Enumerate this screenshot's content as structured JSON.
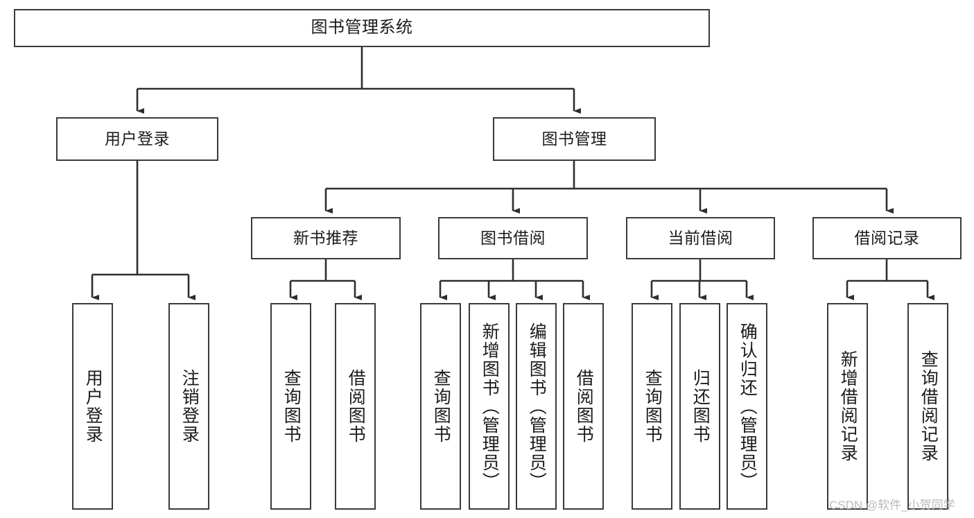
{
  "diagram": {
    "type": "tree",
    "title": "图书管理系统",
    "stroke_color": "#3a3a3a",
    "fill_color": "#ffffff",
    "text_color": "#1b1b1b",
    "nodes": {
      "root": {
        "label": "图书管理系统"
      },
      "level2": [
        {
          "id": "user-login",
          "label": "用户登录"
        },
        {
          "id": "book-manage",
          "label": "图书管理"
        }
      ],
      "level3": [
        {
          "id": "new-book-recommend",
          "label": "新书推荐"
        },
        {
          "id": "book-borrow",
          "label": "图书借阅"
        },
        {
          "id": "current-borrow",
          "label": "当前借阅"
        },
        {
          "id": "borrow-record",
          "label": "借阅记录"
        }
      ],
      "leaves": [
        {
          "id": "leaf-user-login",
          "label": "用户登录",
          "parent": "user-login"
        },
        {
          "id": "leaf-logout-login",
          "label": "注销登录",
          "parent": "user-login"
        },
        {
          "id": "leaf-query-book-1",
          "label": "查询图书",
          "parent": "new-book-recommend"
        },
        {
          "id": "leaf-borrow-book-1",
          "label": "借阅图书",
          "parent": "new-book-recommend"
        },
        {
          "id": "leaf-query-book-2",
          "label": "查询图书",
          "parent": "book-borrow"
        },
        {
          "id": "leaf-add-book",
          "label": "新增图书（管理员）",
          "parent": "book-borrow"
        },
        {
          "id": "leaf-edit-book",
          "label": "编辑图书（管理员）",
          "parent": "book-borrow"
        },
        {
          "id": "leaf-borrow-book-2",
          "label": "借阅图书",
          "parent": "book-borrow"
        },
        {
          "id": "leaf-query-book-3",
          "label": "查询图书",
          "parent": "current-borrow"
        },
        {
          "id": "leaf-return-book",
          "label": "归还图书",
          "parent": "current-borrow"
        },
        {
          "id": "leaf-confirm-return",
          "label": "确认归还（管理员）",
          "parent": "current-borrow"
        },
        {
          "id": "leaf-add-record",
          "label": "新增借阅记录",
          "parent": "borrow-record"
        },
        {
          "id": "leaf-query-record",
          "label": "查询借阅记录",
          "parent": "borrow-record"
        }
      ]
    }
  },
  "watermark": {
    "text": "CSDN @软件_小贺同学"
  }
}
